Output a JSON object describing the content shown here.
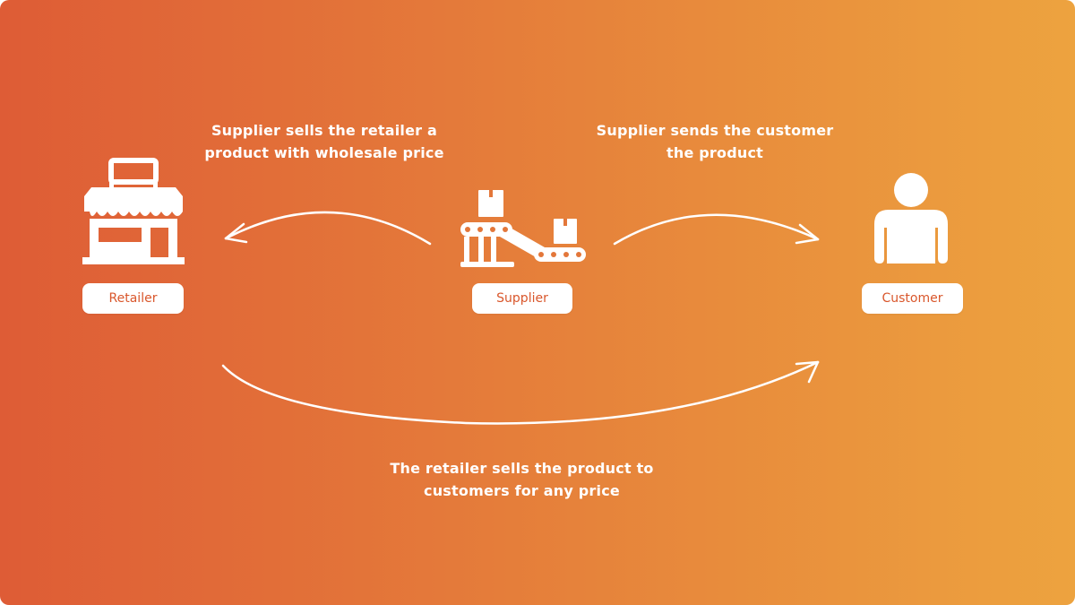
{
  "colors": {
    "gradient_start": "#de5c36",
    "gradient_end": "#eda33f",
    "foreground": "#ffffff",
    "label_text": "#d9572c"
  },
  "nodes": {
    "retailer": {
      "label": "Retailer",
      "icon": "storefront-icon"
    },
    "supplier": {
      "label": "Supplier",
      "icon": "conveyor-belt-boxes-icon"
    },
    "customer": {
      "label": "Customer",
      "icon": "person-icon"
    }
  },
  "edges": {
    "supplier_to_retailer": {
      "line1": "Supplier sells the retailer a",
      "line2": "product with wholesale price"
    },
    "supplier_to_customer": {
      "line1": "Supplier sends the customer",
      "line2": "the product"
    },
    "retailer_to_customer": {
      "line1": "The retailer sells the product to",
      "line2": "customers for any price"
    }
  }
}
